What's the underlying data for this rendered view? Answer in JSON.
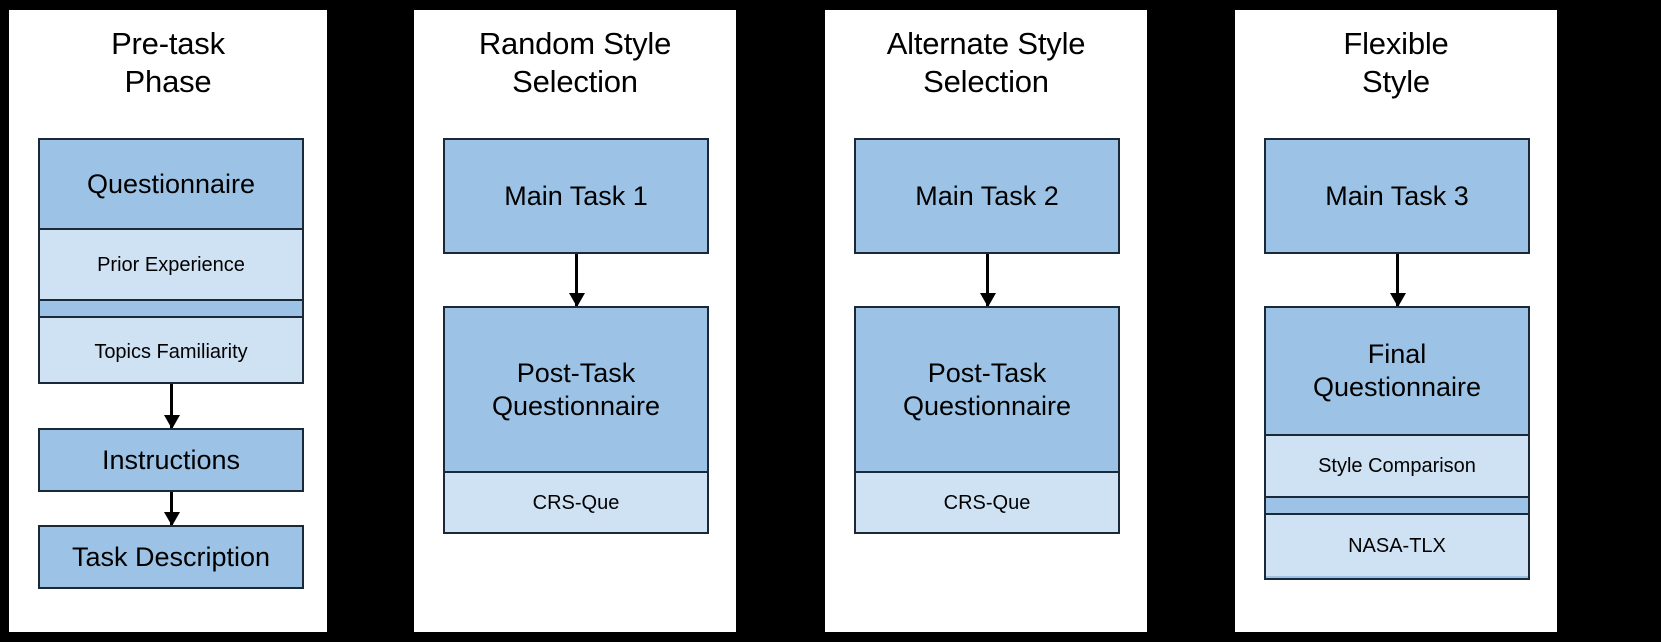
{
  "figure": {
    "kind": "study-procedure-flow-diagram",
    "background_color": "#000000",
    "panel_background": "#ffffff",
    "accent_dark": "#9CC3E5",
    "accent_light": "#CFE2F3",
    "border_color": "#1b2838"
  },
  "panels": [
    {
      "id": "pre-task-phase",
      "title": "Pre-task\nPhase",
      "nodes": [
        {
          "id": "questionnaire",
          "type": "compound",
          "header": "Questionnaire",
          "sub_items": [
            "Prior Experience",
            "Topics Familiarity"
          ]
        },
        {
          "id": "instructions",
          "type": "simple",
          "label": "Instructions"
        },
        {
          "id": "task-description",
          "type": "simple",
          "label": "Task Description"
        }
      ],
      "arrows": [
        {
          "from": "questionnaire",
          "to": "instructions"
        },
        {
          "from": "instructions",
          "to": "task-description"
        }
      ]
    },
    {
      "id": "random-style-selection",
      "title": "Random Style\nSelection",
      "nodes": [
        {
          "id": "main-task-1",
          "type": "simple",
          "label": "Main Task 1"
        },
        {
          "id": "post-task-questionnaire-1",
          "type": "compound",
          "header": "Post-Task\nQuestionnaire",
          "sub_items": [
            "CRS-Que"
          ]
        }
      ],
      "arrows": [
        {
          "from": "main-task-1",
          "to": "post-task-questionnaire-1"
        }
      ]
    },
    {
      "id": "alternate-style-selection",
      "title": "Alternate Style\nSelection",
      "nodes": [
        {
          "id": "main-task-2",
          "type": "simple",
          "label": "Main Task 2"
        },
        {
          "id": "post-task-questionnaire-2",
          "type": "compound",
          "header": "Post-Task\nQuestionnaire",
          "sub_items": [
            "CRS-Que"
          ]
        }
      ],
      "arrows": [
        {
          "from": "main-task-2",
          "to": "post-task-questionnaire-2"
        }
      ]
    },
    {
      "id": "flexible-style",
      "title": "Flexible\nStyle",
      "nodes": [
        {
          "id": "main-task-3",
          "type": "simple",
          "label": "Main Task 3"
        },
        {
          "id": "final-questionnaire",
          "type": "compound",
          "header": "Final\nQuestionnaire",
          "sub_items": [
            "Style Comparison",
            "NASA-TLX"
          ]
        }
      ],
      "arrows": [
        {
          "from": "main-task-3",
          "to": "final-questionnaire"
        }
      ]
    }
  ],
  "labels": {
    "p1_title": "Pre-task\nPhase",
    "p1_questionnaire": "Questionnaire",
    "p1_prior_experience": "Prior Experience",
    "p1_topics_familiarity": "Topics Familiarity",
    "p1_instructions": "Instructions",
    "p1_task_description": "Task Description",
    "p2_title": "Random Style\nSelection",
    "p2_main_task": "Main Task 1",
    "p2_post_task": "Post-Task\nQuestionnaire",
    "p2_crs_que": "CRS-Que",
    "p3_title": "Alternate Style\nSelection",
    "p3_main_task": "Main Task 2",
    "p3_post_task": "Post-Task\nQuestionnaire",
    "p3_crs_que": "CRS-Que",
    "p4_title": "Flexible\nStyle",
    "p4_main_task": "Main Task 3",
    "p4_final_questionnaire": "Final\nQuestionnaire",
    "p4_style_comparison": "Style Comparison",
    "p4_nasa_tlx": "NASA-TLX"
  }
}
